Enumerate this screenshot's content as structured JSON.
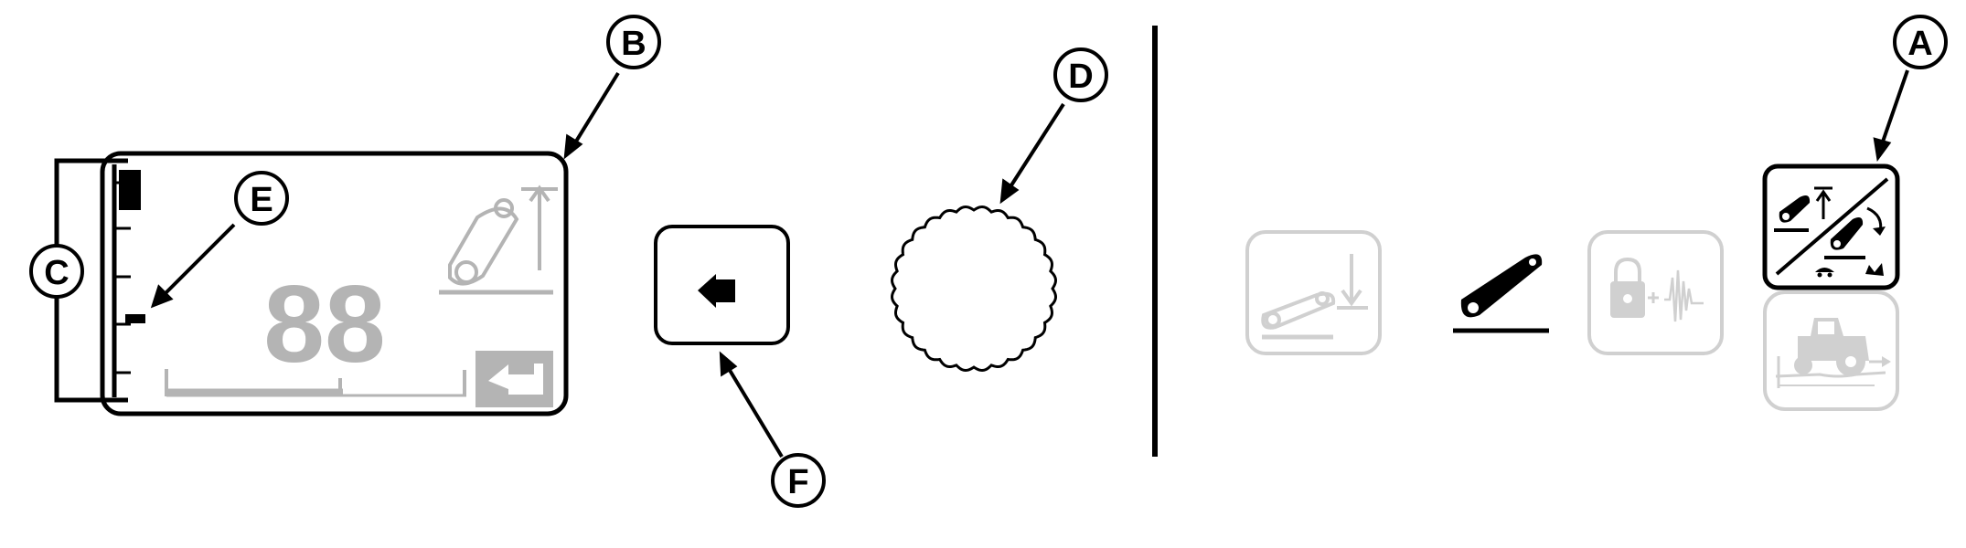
{
  "diagram": {
    "callouts": {
      "a": "A",
      "b": "B",
      "c": "C",
      "d": "D",
      "e": "E",
      "f": "F"
    },
    "display": {
      "value": "88"
    }
  },
  "icons": {
    "back_button": "back-arrow-icon",
    "rotary_knob": "rotary-knob-icon",
    "lower_boom": "boom-lower-icon",
    "boom_arm": "boom-arm-icon",
    "lock_plus": "lock-plus-icon",
    "boom_raise_speed": "boom-raise-speed-icon",
    "tractor": "tractor-icon"
  },
  "colors": {
    "outline": "#000000",
    "inactive_gray": "#b4b4b4",
    "faint_gray": "#d0d0d0",
    "background": "#ffffff"
  }
}
